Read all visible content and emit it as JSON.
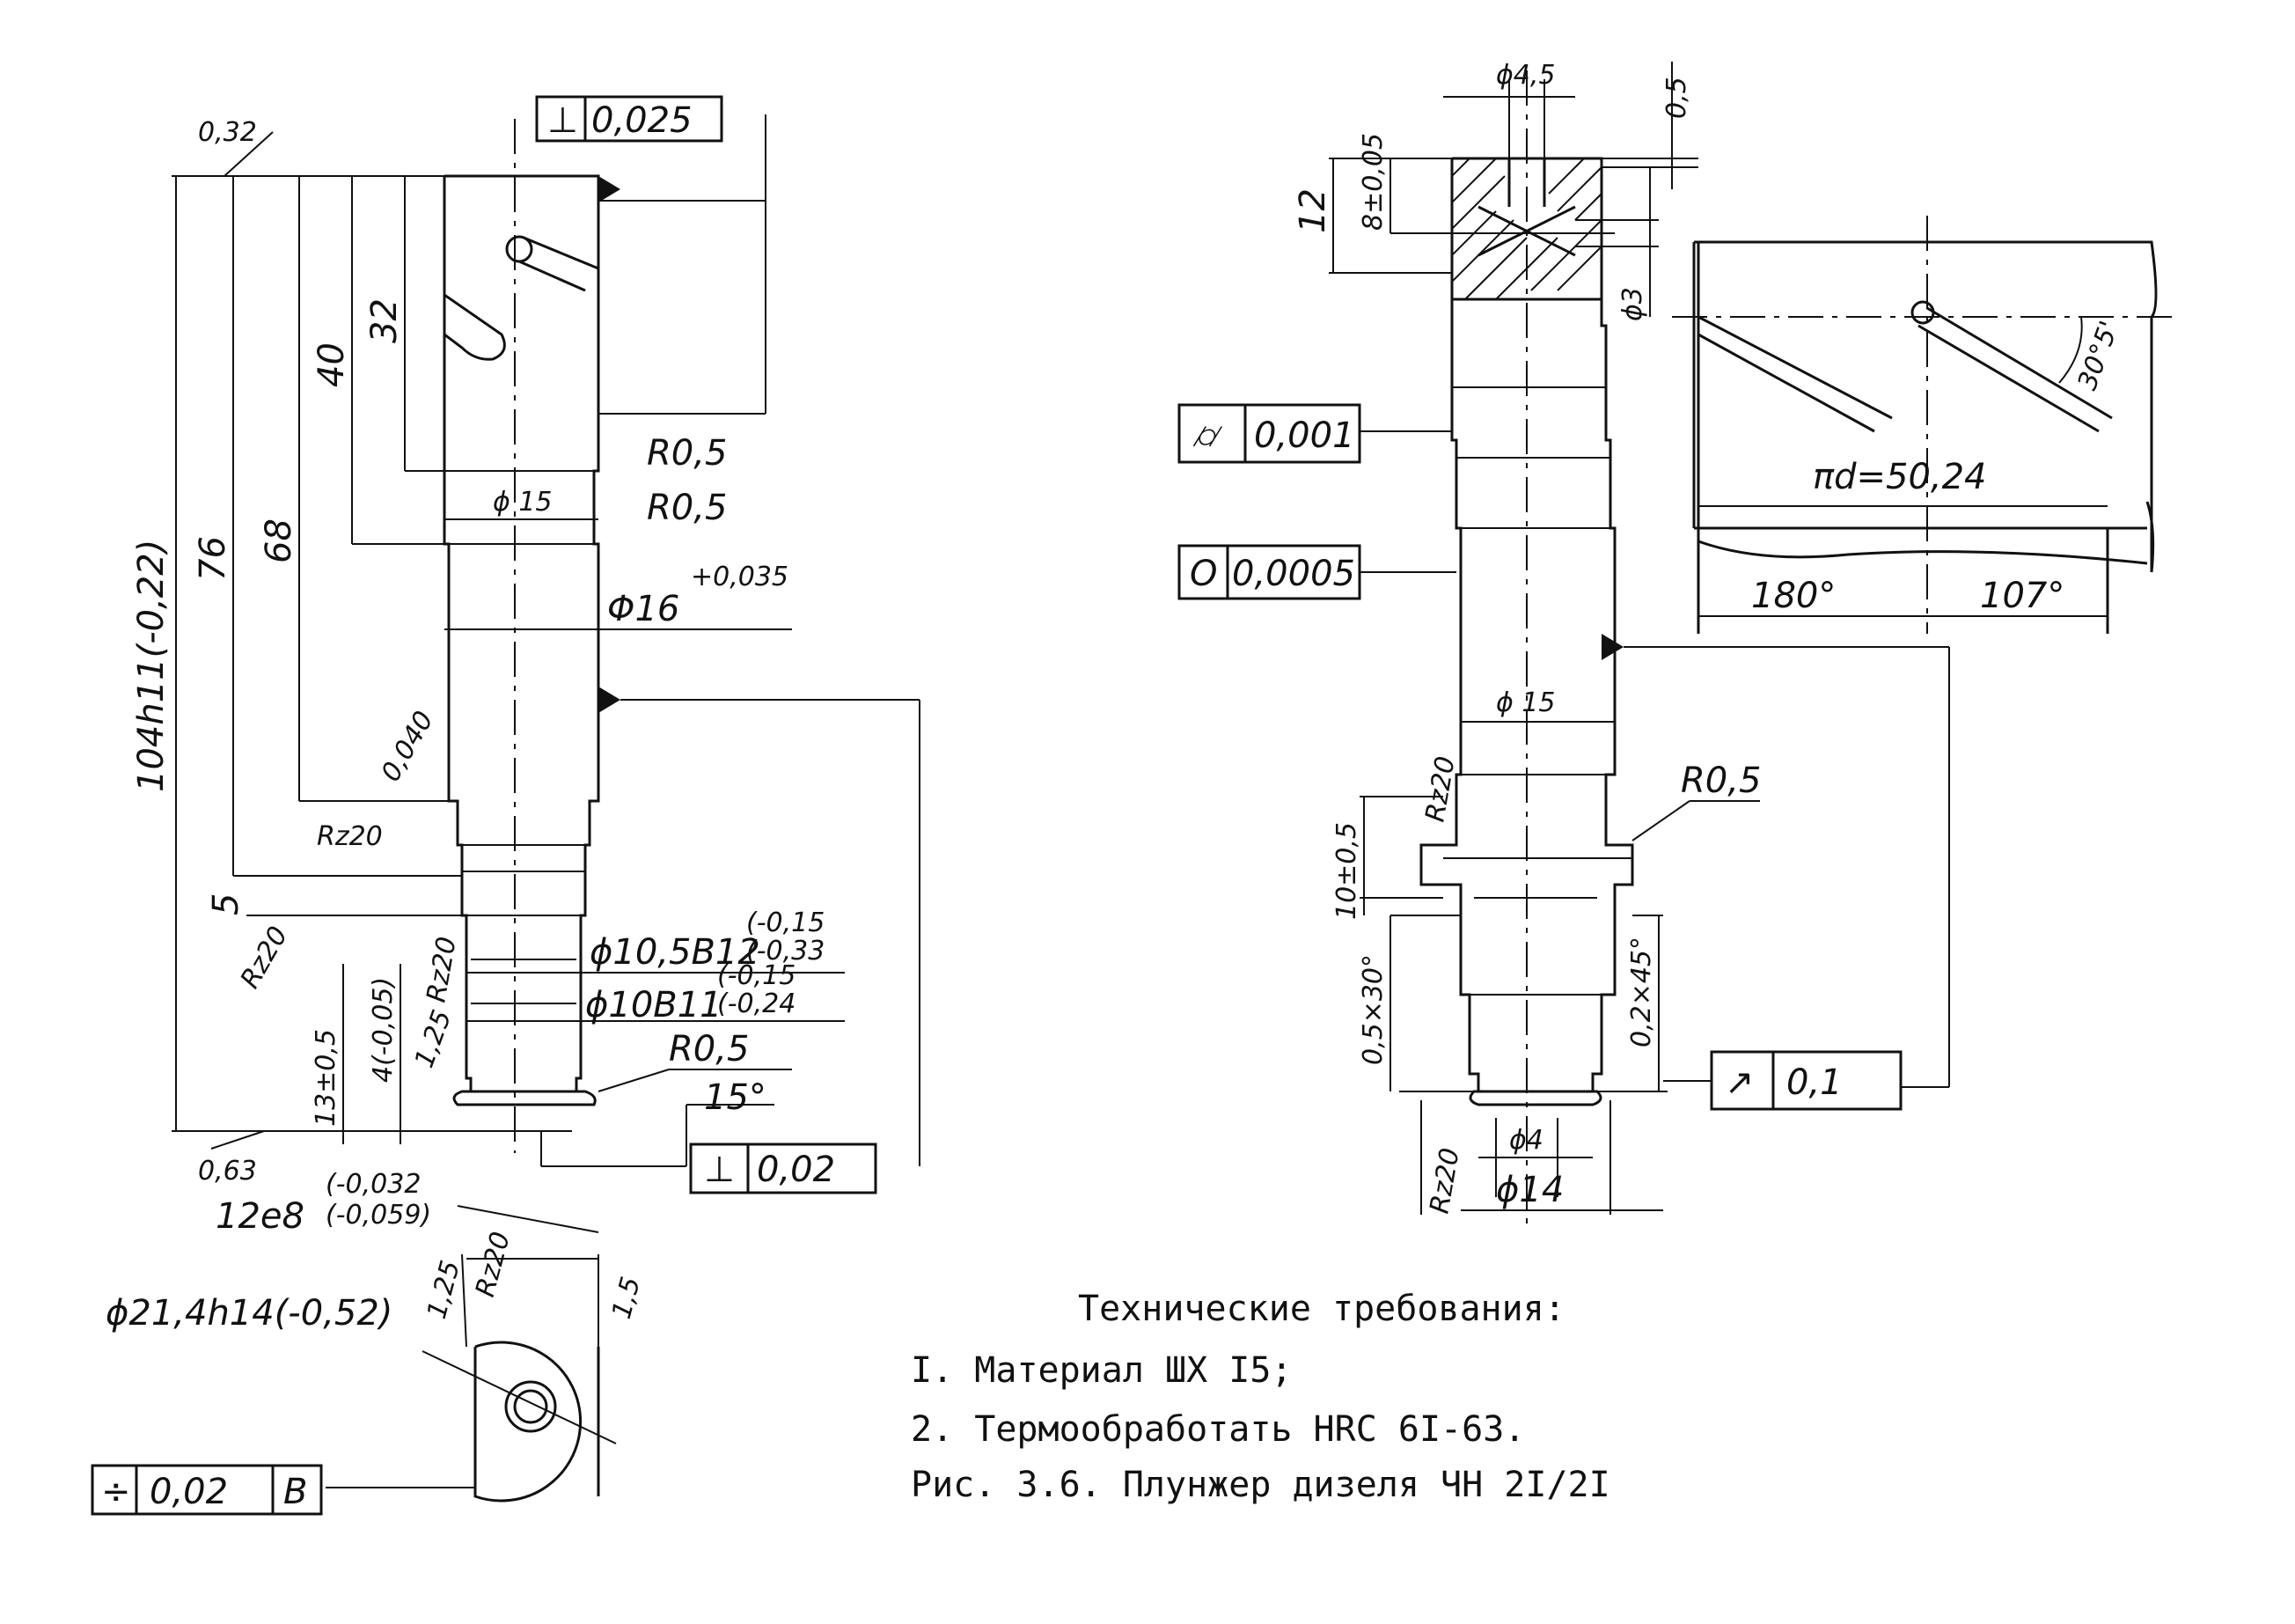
{
  "left_view": {
    "tolerance_top": {
      "symbol": "⊥",
      "value": "0,025"
    },
    "tolerance_bottom": {
      "symbol": "⊥",
      "value": "0,02"
    },
    "roughness_top": "0,32",
    "roughness_bottom": "0,63",
    "roughness_mid": "0,040",
    "roughness_rz1": "Rz20",
    "roughness_rz2": "Rz20",
    "roughness_rz3": "Rz20",
    "roughness_125": "1,25",
    "dim_total": "104h11(-0,22)",
    "dim_76": "76",
    "dim_68": "68",
    "dim_40": "40",
    "dim_32": "32",
    "dim_5": "5",
    "dim_13": "13±0,5",
    "dim_4": "4(-0,05)",
    "dim_r05_a": "R0,5",
    "dim_r05_b": "R0,5",
    "dim_r05_c": "R0,5",
    "dim_d15": "ϕ 15",
    "dim_d16": "Φ16",
    "dim_d16_tol": "+0,035",
    "dim_d105": "ϕ10,5B12",
    "dim_d105_tol1": "(-0,15",
    "dim_d105_tol2": "(-0,33",
    "dim_d10": "ϕ10B11",
    "dim_d10_tol1": "(-0,15",
    "dim_d10_tol2": "(-0,24",
    "dim_angle": "15°",
    "dim_12e8": "12e8",
    "dim_12e8_tol1": "(-0,032",
    "dim_12e8_tol2": "(-0,059)"
  },
  "section_view": {
    "dim_d214": "ϕ21,4h14(-0,52)",
    "roughness_125": "1,25",
    "roughness_rz": "Rz20",
    "dim_15": "1,5",
    "tolerance": {
      "symbol": "÷",
      "value": "0,02",
      "base": "B"
    }
  },
  "right_view": {
    "dim_d45": "ϕ4,5",
    "dim_05": "0,5",
    "dim_12": "12",
    "dim_8": "8±0,05",
    "dim_d3": "ϕ3",
    "tolerance_cyl": {
      "symbol": "⌭",
      "value": "0,001"
    },
    "tolerance_round": {
      "symbol": "O",
      "value": "0,0005"
    },
    "tolerance_runout": {
      "symbol": "↗",
      "value": "0,1"
    },
    "dim_d15": "ϕ 15",
    "roughness_rz_a": "Rz20",
    "roughness_rz_b": "Rz20",
    "dim_r05": "R0,5",
    "dim_10": "10±0,5",
    "dim_chamfer1": "0,5×30°",
    "dim_chamfer2": "0,2×45°",
    "dim_d4": "ϕ4",
    "dim_d14": "ϕ14"
  },
  "development_view": {
    "dim_pid": "πd=50,24",
    "dim_180": "180°",
    "dim_107": "107°",
    "dim_angle": "30°5'"
  },
  "tech_requirements": {
    "title": "Технические требования:",
    "line1": "I. Материал ШХ I5;",
    "line2": "2. Термообработать HRC 6I-63.",
    "caption": "Рис. 3.6. Плунжер дизеля ЧН 2I/2I"
  }
}
